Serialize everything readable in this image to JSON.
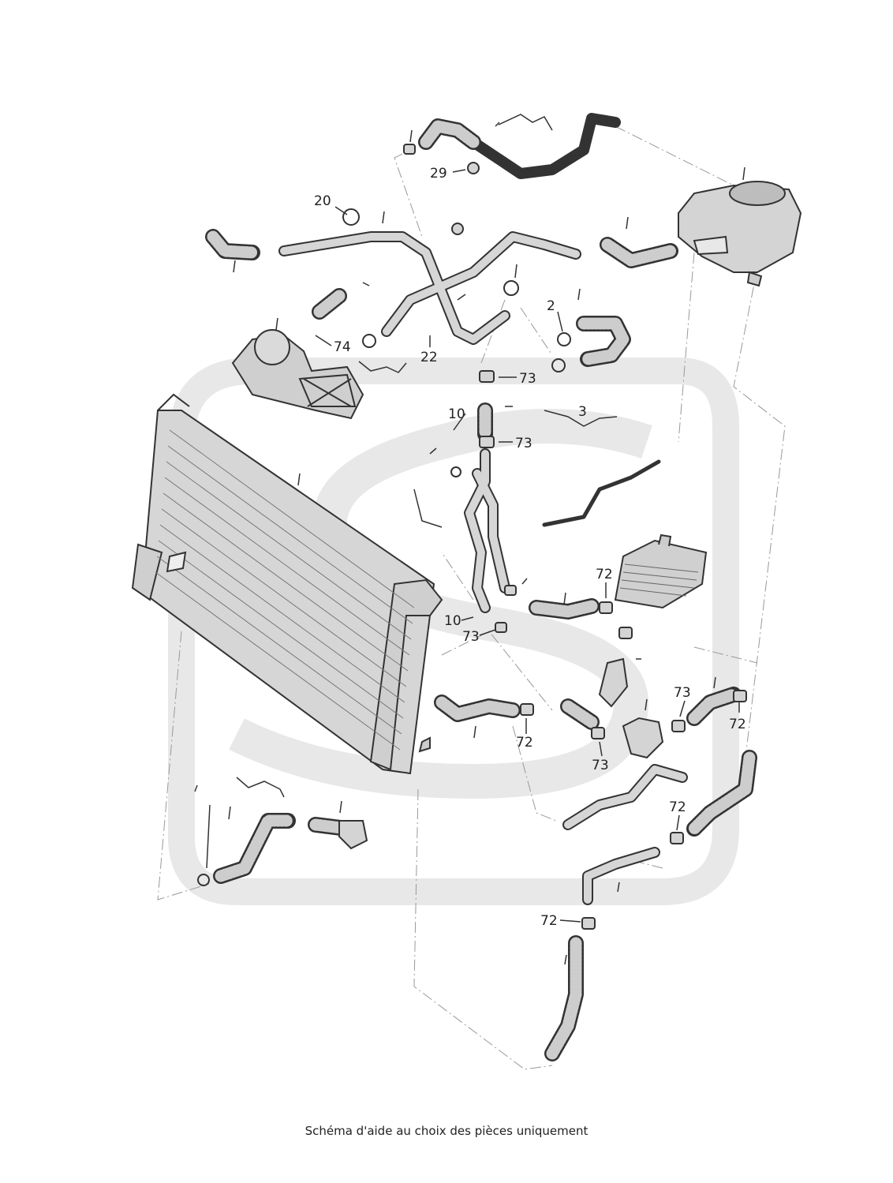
{
  "caption": "Schéma d'aide au choix des pièces uniquement",
  "watermark_color": "#e6e6e6",
  "part_color": "#d2d2d2",
  "outline_color": "#333333",
  "callouts": [
    "29",
    "20",
    "74",
    "22",
    "2",
    "73",
    "3",
    "10",
    "73",
    "72",
    "10",
    "73",
    "73",
    "72",
    "72",
    "73",
    "72",
    "72"
  ]
}
